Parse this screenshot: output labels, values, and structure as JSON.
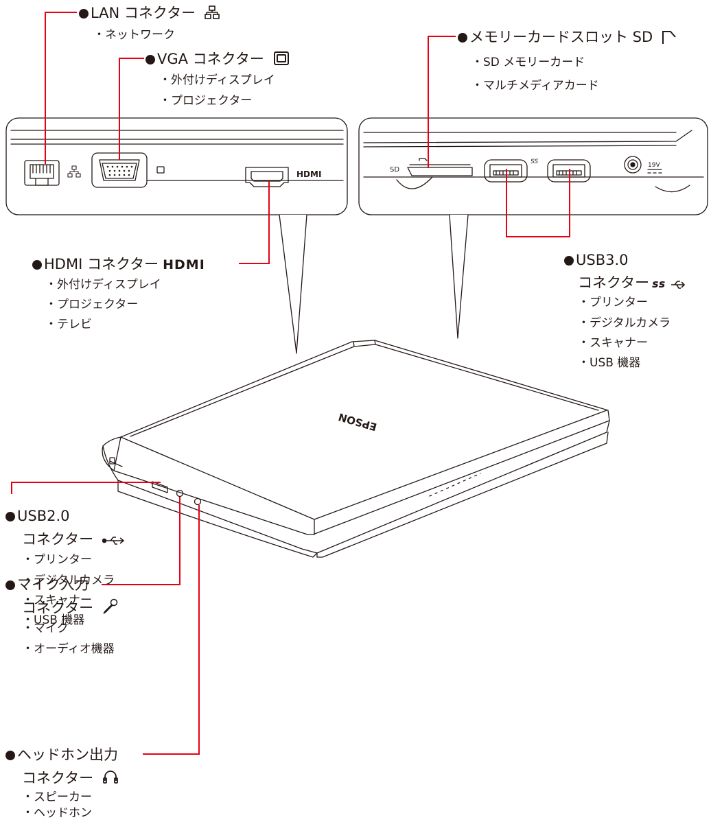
{
  "lan": {
    "title": "LAN コネクター",
    "items": [
      "・ネットワーク"
    ]
  },
  "vga": {
    "title": "VGA コネクター",
    "items": [
      "・外付けディスプレイ",
      "・プロジェクター"
    ]
  },
  "sd": {
    "title": "メモリーカードスロット SD",
    "items": [
      "・SD メモリーカード",
      "・マルチメディアカード"
    ]
  },
  "hdmi": {
    "title": "HDMI コネクター",
    "logo": "HDMI",
    "items": [
      "・外付けディスプレイ",
      "・プロジェクター",
      "・テレビ"
    ]
  },
  "usb3": {
    "title_1": "USB3.0",
    "title_2": "コネクター",
    "ss": "ss",
    "items": [
      "・プリンター",
      "・デジタルカメラ",
      "・スキャナー",
      "・USB 機器"
    ]
  },
  "usb2": {
    "title_1": "USB2.0",
    "title_2": "コネクター",
    "items": [
      "・プリンター",
      "・デジタルカメラ",
      "・スキャナー",
      "・USB 機器"
    ]
  },
  "mic": {
    "title_1": "マイク入力",
    "title_2": "コネクター",
    "items": [
      "・マイク",
      "・オーディオ機器"
    ]
  },
  "hp": {
    "title_1": "ヘッドホン出力",
    "title_2": "コネクター",
    "items": [
      "・スピーカー",
      "・ヘッドホン"
    ]
  },
  "panel_left": {
    "hdmi_port_label": "HDMI"
  },
  "panel_right": {
    "sd_label": "SD",
    "ss_label": "SS",
    "dc_label": "19V"
  },
  "laptop": {
    "brand": "EPSON"
  },
  "colors": {
    "leader": "#e60012",
    "ink": "#231815",
    "panel_fill": "#ffffff"
  },
  "icons": [
    "network-icon",
    "vga-icon",
    "sd-card-icon",
    "hdmi-logo",
    "usb-ss-icon",
    "usb-icon",
    "microphone-icon",
    "headphone-icon"
  ]
}
